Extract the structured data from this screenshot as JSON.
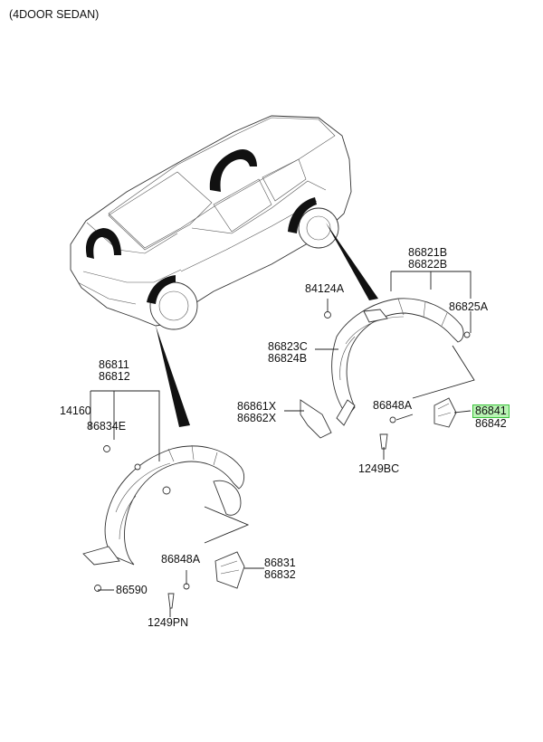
{
  "header": {
    "variant": "(4DOOR SEDAN)"
  },
  "highlight_color": "#3cc23c",
  "callouts": {
    "c86821": [
      "86821B",
      "86822B"
    ],
    "c84124": [
      "84124A"
    ],
    "c86825": [
      "86825A"
    ],
    "c86823": [
      "86823C",
      "86824B"
    ],
    "c86861": [
      "86861X",
      "86862X"
    ],
    "c86848r": [
      "86848A"
    ],
    "c86841": [
      "86841",
      "86842"
    ],
    "c1249bc": [
      "1249BC"
    ],
    "c86811": [
      "86811",
      "86812"
    ],
    "c14160": [
      "14160"
    ],
    "c86834": [
      "86834E"
    ],
    "c86848l": [
      "86848A"
    ],
    "c86831": [
      "86831",
      "86832"
    ],
    "c86590": [
      "86590"
    ],
    "c1249pn": [
      "1249PN"
    ]
  }
}
